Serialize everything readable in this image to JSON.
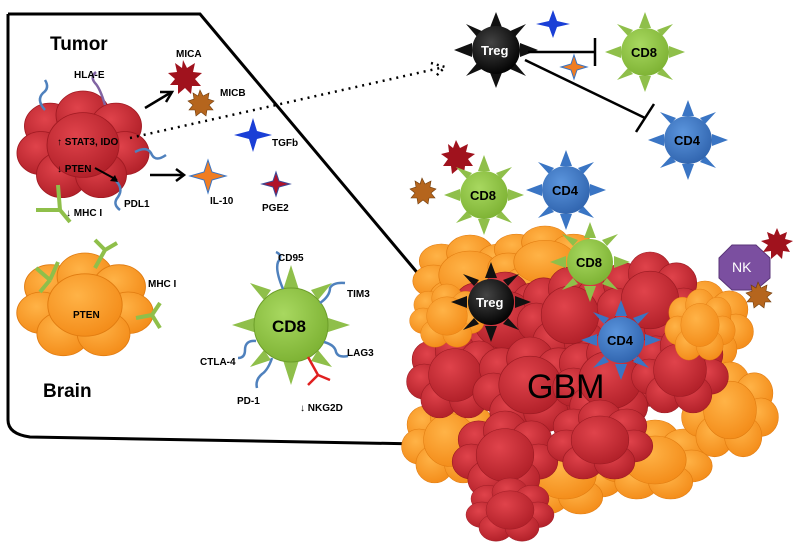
{
  "labels": {
    "tumor": "Tumor",
    "brain": "Brain",
    "hla_e": "HLA-E",
    "mica": "MICA",
    "micb": "MICB",
    "stat3_ido": "STAT3, IDO",
    "pten_tumor": "PTEN",
    "pdl1": "PDL1",
    "mhc1_tumor": "MHC I",
    "tgfb": "TGFb",
    "il10": "IL-10",
    "pge2": "PGE2",
    "pten_brain": "PTEN",
    "mhc1_brain": "MHC I",
    "cd95": "CD95",
    "tim3": "TIM3",
    "lag3": "LAG3",
    "ctla4": "CTLA-4",
    "pd1": "PD-1",
    "nkg2d": "NKG2D",
    "cd8_center": "CD8",
    "treg_top": "Treg",
    "cd8_top": "CD8",
    "cd4_top": "CD4",
    "cd8_mid": "CD8",
    "cd4_mid": "CD4",
    "cd8_tumor": "CD8",
    "treg_tumor": "Treg",
    "nk": "NK",
    "cd4_tumor": "CD4",
    "gbm": "GBM",
    "arrow_up": "↑",
    "arrow_down": "↓"
  },
  "colors": {
    "tumor_red": "#c0282f",
    "tumor_dark": "#8e1b22",
    "brain_orange": "#f7941d",
    "cd8_green": "#8cc63f",
    "cd4_blue": "#3a75c4",
    "treg_black": "#111111",
    "nk_purple": "#7b4fa0",
    "receptor_blue": "#4f81bd",
    "mhc_green": "#8fbf4a",
    "nkg2d_red": "#e02020",
    "hla_purple": "#8064a2",
    "tgfb_blue": "#1a3fd6",
    "il10_orange": "#f07d22",
    "pge2_red": "#b0122a",
    "mica_red": "#a0121d",
    "micb_olive": "#b5651d"
  },
  "icons": [
    "tgfb-star-icon",
    "il10-star-icon",
    "pge2-star-icon",
    "mica-burst-icon",
    "micb-burst-icon"
  ]
}
